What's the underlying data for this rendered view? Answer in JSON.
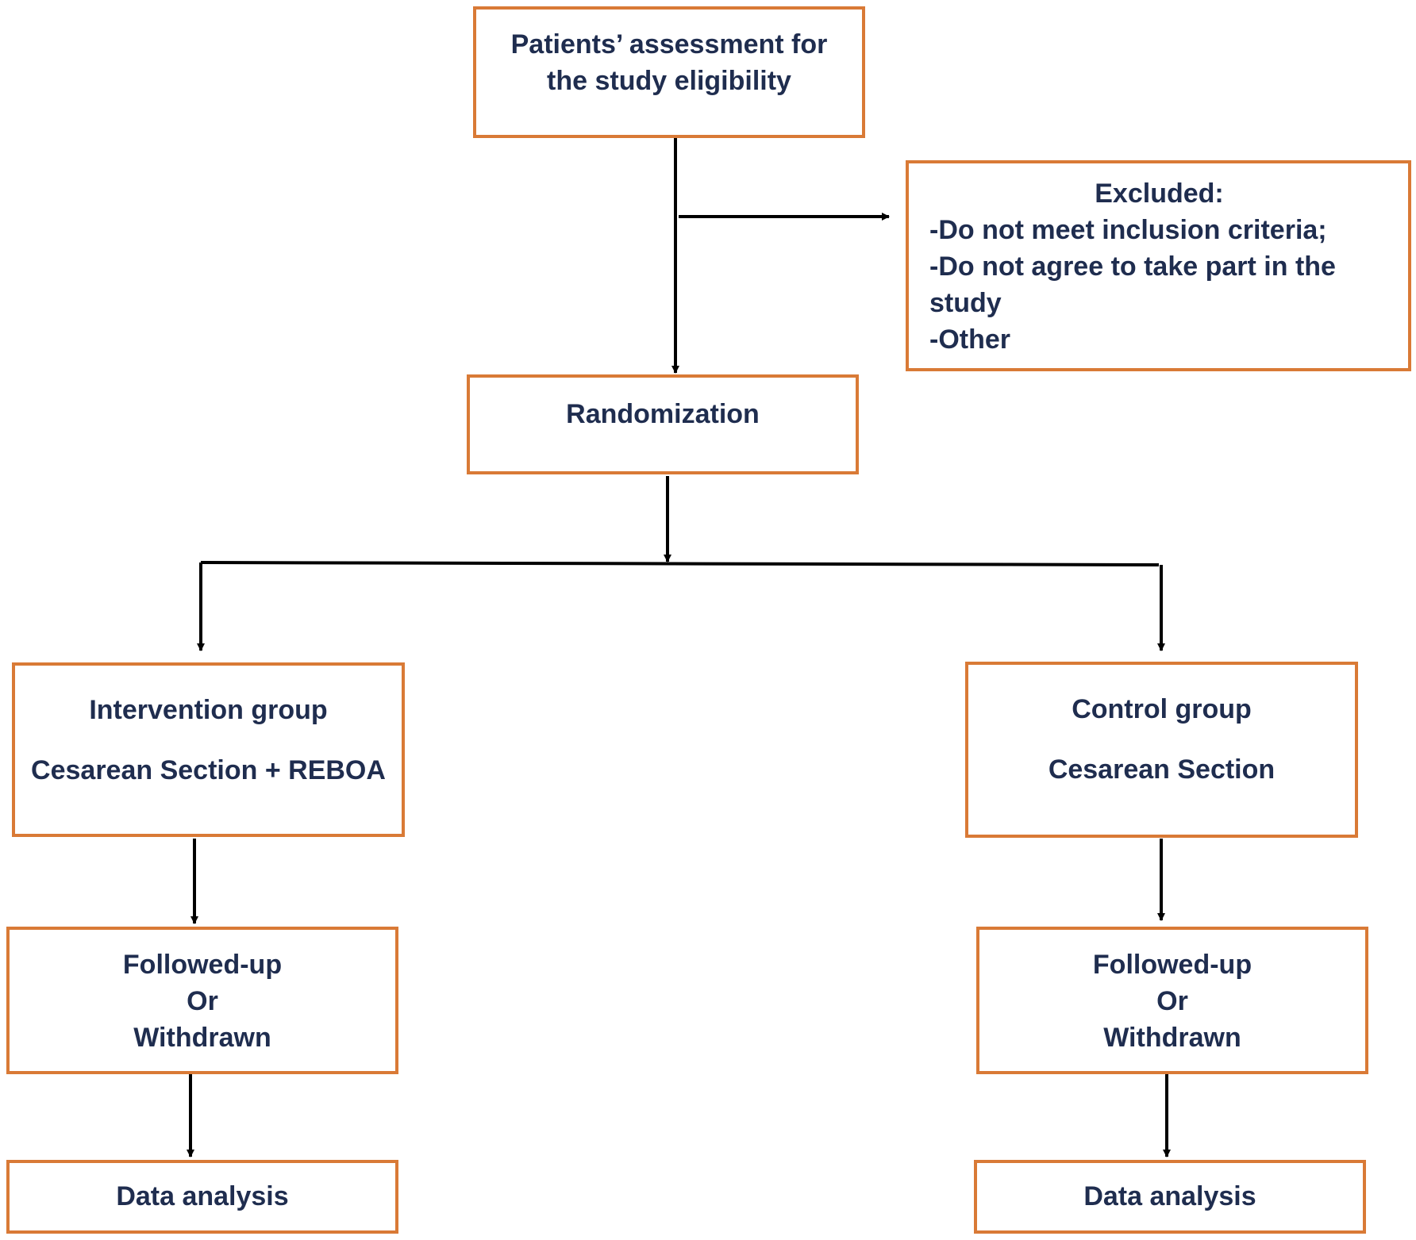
{
  "flowchart": {
    "assessment": {
      "line1": "Patients’ assessment for",
      "line2": "the study eligibility"
    },
    "excluded": {
      "title": "Excluded:",
      "items": [
        "-Do not meet inclusion criteria;",
        "-Do not agree to take part in the study",
        "-Other"
      ]
    },
    "randomization": "Randomization",
    "intervention": {
      "label": "Intervention group",
      "procedure": "Cesarean Section + REBOA"
    },
    "control": {
      "label": "Control group",
      "procedure": "Cesarean Section"
    },
    "followup_left": {
      "line1": "Followed-up",
      "line2": "Or",
      "line3": "Withdrawn"
    },
    "followup_right": {
      "line1": "Followed-up",
      "line2": "Or",
      "line3": "Withdrawn"
    },
    "analysis_left": "Data analysis",
    "analysis_right": "Data analysis"
  },
  "colors": {
    "box_border": "#D97A36",
    "text": "#1F2D4F",
    "connector": "#000000"
  }
}
